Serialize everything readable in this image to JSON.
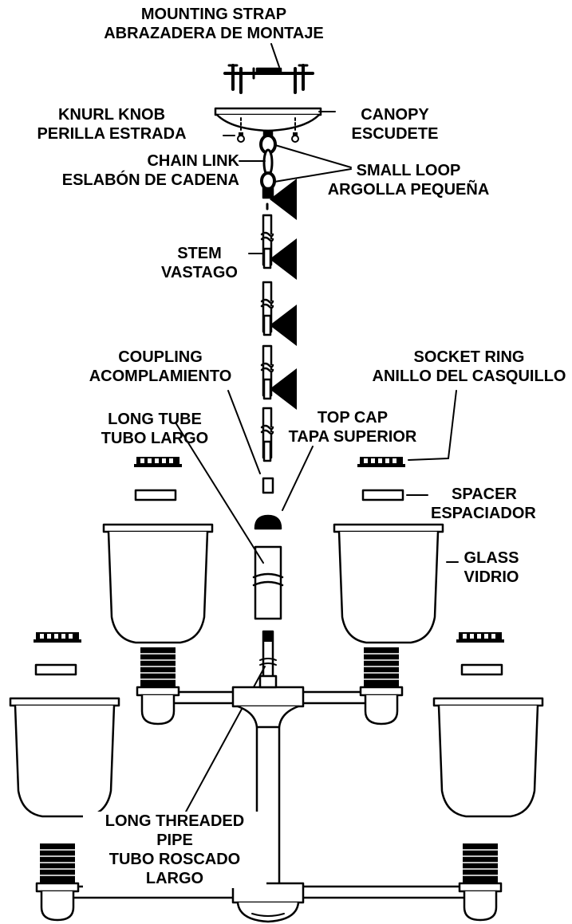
{
  "labels": {
    "mounting_strap": {
      "en": "MOUNTING STRAP",
      "es": "ABRAZADERA DE MONTAJE"
    },
    "knurl_knob": {
      "en": "KNURL KNOB",
      "es": "PERILLA ESTRADA"
    },
    "canopy": {
      "en": "CANOPY",
      "es": "ESCUDETE"
    },
    "chain_link": {
      "en": "CHAIN LINK",
      "es": "ESLABÓN DE CADENA"
    },
    "small_loop": {
      "en": "SMALL LOOP",
      "es": "ARGOLLA PEQUEÑA"
    },
    "stem": {
      "en": "STEM",
      "es": "VASTAGO"
    },
    "coupling": {
      "en": "COUPLING",
      "es": "ACOMPLAMIENTO"
    },
    "socket_ring": {
      "en": "SOCKET RING",
      "es": "ANILLO DEL CASQUILLO"
    },
    "long_tube": {
      "en": "LONG TUBE",
      "es": "TUBO LARGO"
    },
    "top_cap": {
      "en": "TOP CAP",
      "es": "TAPA SUPERIOR"
    },
    "spacer": {
      "en": "SPACER",
      "es": "ESPACIADOR"
    },
    "glass": {
      "en": "GLASS",
      "es": "VIDRIO"
    },
    "long_threaded_pipe": {
      "l1": "LONG THREADED",
      "l2": "PIPE",
      "l3": "TUBO ROSCADO",
      "l4": "LARGO"
    }
  },
  "colors": {
    "ink": "#000000",
    "paper": "#ffffff"
  }
}
